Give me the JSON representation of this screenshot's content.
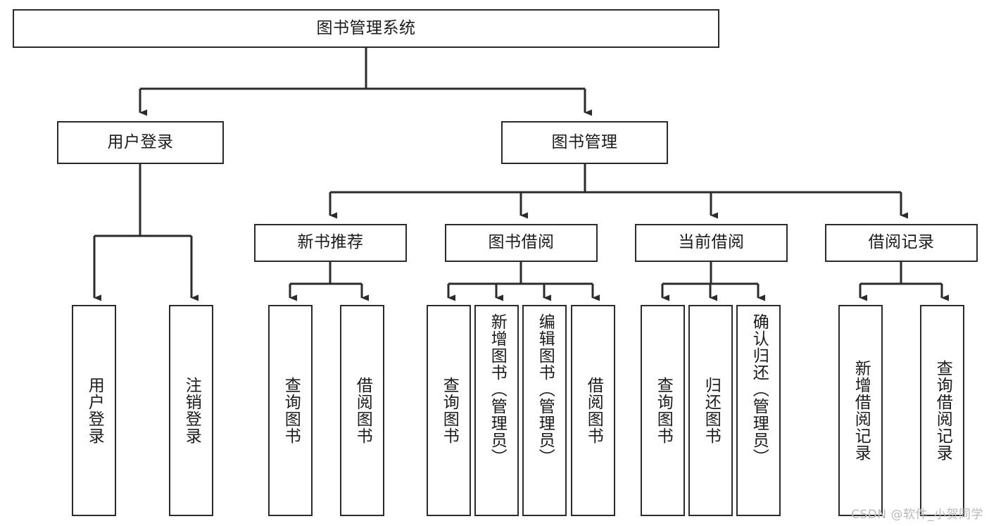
{
  "diagram": {
    "title": "图书管理系统",
    "type": "tree-hierarchy",
    "root": {
      "label": "图书管理系统"
    },
    "level2": [
      {
        "label": "用户登录"
      },
      {
        "label": "图书管理"
      }
    ],
    "level3": [
      {
        "label": "新书推荐"
      },
      {
        "label": "图书借阅"
      },
      {
        "label": "当前借阅"
      },
      {
        "label": "借阅记录"
      }
    ],
    "leaves": {
      "user_login": [
        {
          "label": "用户登录"
        },
        {
          "label": "注销登录"
        }
      ],
      "new_book_recommend": [
        {
          "label": "查询图书"
        },
        {
          "label": "借阅图书"
        }
      ],
      "book_borrow": [
        {
          "label": "查询图书"
        },
        {
          "label": "新增图书（管理员）"
        },
        {
          "label": "编辑图书（管理员）"
        },
        {
          "label": "借阅图书"
        }
      ],
      "current_borrow": [
        {
          "label": "查询图书"
        },
        {
          "label": "归还图书"
        },
        {
          "label": "确认归还（管理员）"
        }
      ],
      "borrow_records": [
        {
          "label": "新增借阅记录"
        },
        {
          "label": "查询借阅记录"
        }
      ]
    }
  },
  "watermark": {
    "text": "CSDN @软件_小贺同学"
  },
  "colors": {
    "stroke": "#2b2b2b",
    "text": "#1b1b1b",
    "background": "#ffffff",
    "watermark": "#b9b9b9"
  }
}
